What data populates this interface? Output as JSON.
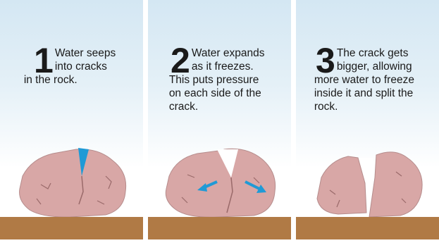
{
  "panels": [
    {
      "number": "1",
      "text_line1": "Water seeps",
      "text_line2": "into cracks",
      "text_rest": "in the rock."
    },
    {
      "number": "2",
      "text_line1": "Water expands",
      "text_line2": "as it freezes.",
      "text_rest": "This puts pressure on each side of the crack."
    },
    {
      "number": "3",
      "text_line1": "The crack gets",
      "text_line2": "bigger, allowing",
      "text_rest": "more water to freeze inside it and split the rock."
    }
  ],
  "colors": {
    "rock": "#d8a7a6",
    "rock_line": "#9a6a6a",
    "water": "#1f9ad6",
    "ice": "#ffffff",
    "ground": "#b07a45",
    "sky_top": "#d4e7f3"
  },
  "icons": [
    "rock-illustration",
    "water-in-crack",
    "expansion-arrow-icon",
    "pebble"
  ]
}
